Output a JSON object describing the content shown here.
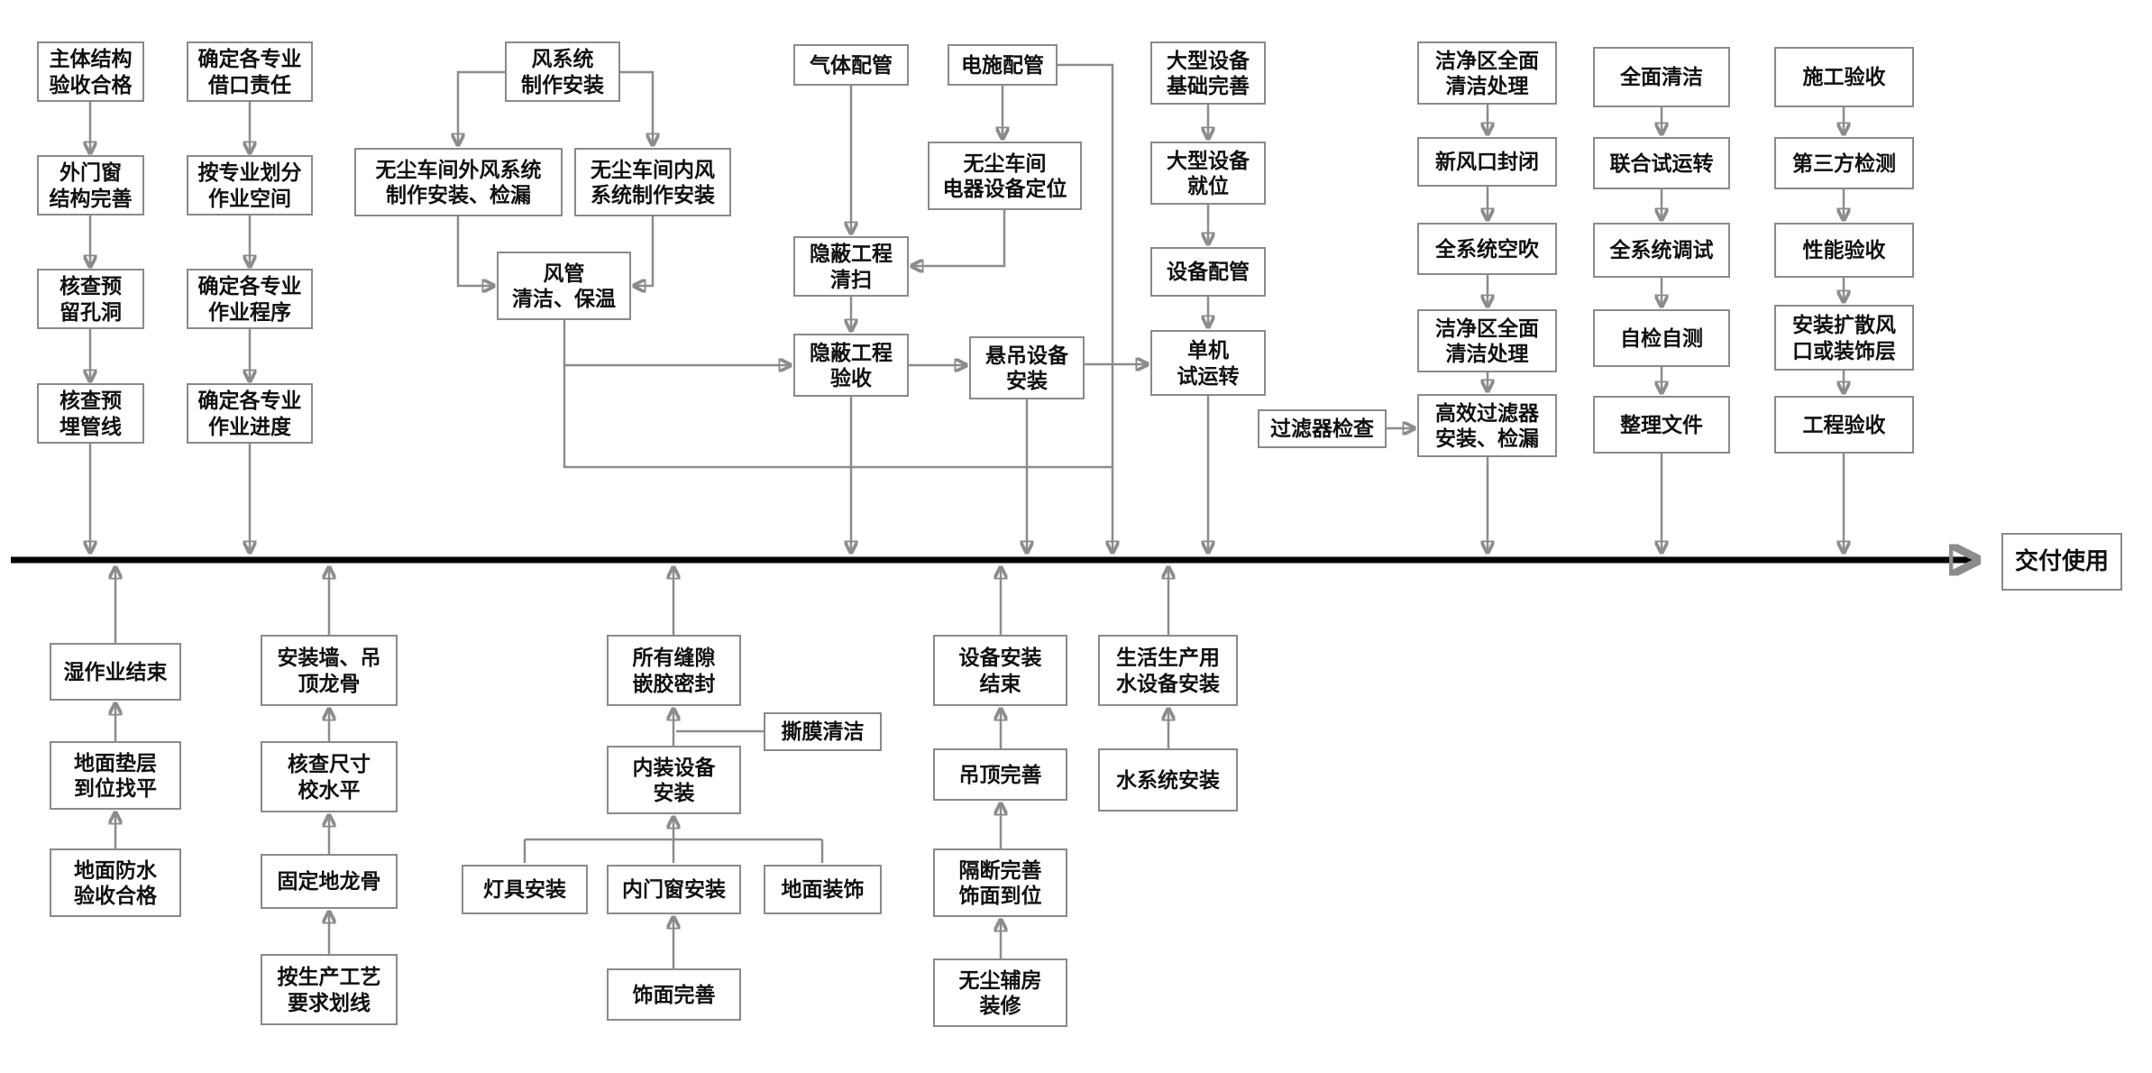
{
  "diagram": {
    "colors": {
      "background": "#ffffff",
      "box_border": "#8a8a8a",
      "connector": "#8c8c8c",
      "timeline": "#000000",
      "text": "#111111"
    },
    "timeline": {
      "delivery_label": "交付使用"
    },
    "nodes": {
      "a1": "主体结构\n验收合格",
      "a2": "外门窗\n结构完善",
      "a3": "核查预\n留孔洞",
      "a4": "核查预\n埋管线",
      "b1": "确定各专业\n借口责任",
      "b2": "按专业划分\n作业空间",
      "b3": "确定各专业\n作业程序",
      "b4": "确定各专业\n作业进度",
      "c0": "风系统\n制作安装",
      "c1": "无尘车间外风系统\n制作安装、检漏",
      "c2": "无尘车间内风\n系统制作安装",
      "c3": "风管\n清洁、保温",
      "d1": "隐蔽工程\n清扫",
      "d2": "隐蔽工程\n验收",
      "d3": "悬吊设备\n安装",
      "e1": "气体配管",
      "e2": "电施配管",
      "e3": "无尘车间\n电器设备定位",
      "f1": "大型设备\n基础完善",
      "f2": "大型设备\n就位",
      "f3": "设备配管",
      "f4": "单机\n试运转",
      "g0": "过滤器检查",
      "h1": "洁净区全面\n清洁处理",
      "h2": "新风口封闭",
      "h3": "全系统空吹",
      "h4": "洁净区全面\n清洁处理",
      "h5": "高效过滤器\n安装、检漏",
      "i1": "全面清洁",
      "i2": "联合试运转",
      "i3": "全系统调试",
      "i4": "自检自测",
      "i5": "整理文件",
      "j1": "施工验收",
      "j2": "第三方检测",
      "j3": "性能验收",
      "j4": "安装扩散风\n口或装饰层",
      "j5": "工程验收",
      "k1": "湿作业结束",
      "k2": "地面垫层\n到位找平",
      "k3": "地面防水\n验收合格",
      "l1": "安装墙、吊\n顶龙骨",
      "l2": "核查尺寸\n校水平",
      "l3": "固定地龙骨",
      "l4": "按生产工艺\n要求划线",
      "m1": "所有缝隙\n嵌胶密封",
      "m2": "内装设备\n安装",
      "ms": "撕膜清洁",
      "m3": "灯具安装",
      "m4": "内门窗安装",
      "m5": "地面装饰",
      "m6": "饰面完善",
      "n1": "设备安装\n结束",
      "n2": "吊顶完善",
      "n3": "隔断完善\n饰面到位",
      "n4": "无尘辅房\n装修",
      "o1": "生活生产用\n水设备安装",
      "o2": "水系统安装"
    }
  }
}
